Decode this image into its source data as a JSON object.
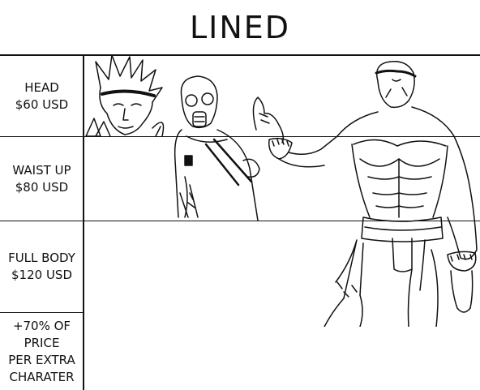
{
  "title": "LINED",
  "rows": [
    {
      "name": "HEAD",
      "price": "$60 USD"
    },
    {
      "name": "WAIST UP",
      "price": "$80 USD"
    },
    {
      "name": "FULL BODY",
      "price": "$120 USD"
    }
  ],
  "extra": [
    "+70% OF",
    "PRICE",
    "PER EXTRA",
    "CHARATER"
  ],
  "illustrations": [
    {
      "icon": "spiky-hair-character-head-icon"
    },
    {
      "icon": "gas-mask-soldier-icon"
    },
    {
      "icon": "orc-brawler-full-body-icon"
    }
  ],
  "colors": {
    "ink": "#111111",
    "paper": "#ffffff"
  }
}
